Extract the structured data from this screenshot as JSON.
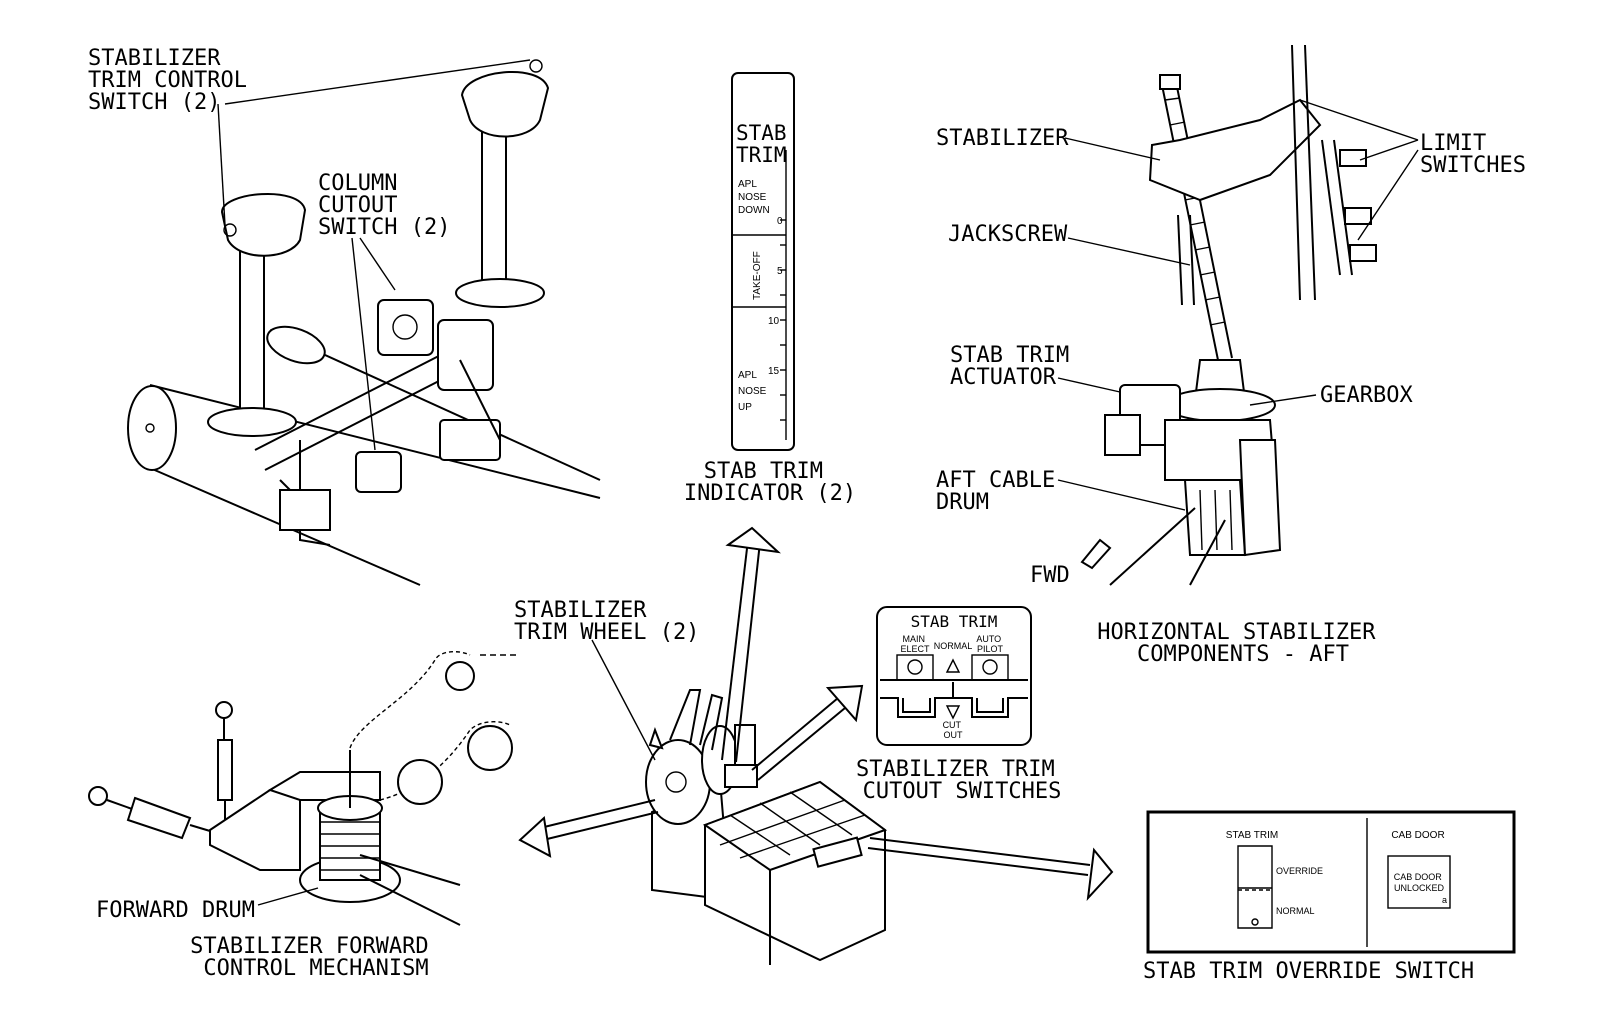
{
  "labels": {
    "stab_trim_control_switch": [
      "STABILIZER",
      "TRIM CONTROL",
      "SWITCH (2)"
    ],
    "column_cutout_switch": [
      "COLUMN",
      "CUTOUT",
      "SWITCH (2)"
    ],
    "stab_trim_indicator_caption": [
      "STAB TRIM",
      "INDICATOR (2)"
    ],
    "stabilizer": "STABILIZER",
    "jackscrew": "JACKSCREW",
    "limit_switches": [
      "LIMIT",
      "SWITCHES"
    ],
    "stab_trim_actuator": [
      "STAB TRIM",
      "ACTUATOR"
    ],
    "gearbox": "GEARBOX",
    "aft_cable_drum": [
      "AFT CABLE",
      "DRUM"
    ],
    "fwd": "FWD",
    "horizontal_stabilizer_components": [
      "HORIZONTAL STABILIZER",
      "COMPONENTS - AFT"
    ],
    "stab_trim_wheel": [
      "STABILIZER",
      "TRIM WHEEL (2)"
    ],
    "forward_drum": "FORWARD DRUM",
    "stab_forward_control_mechanism": [
      "STABILIZER FORWARD",
      "CONTROL MECHANISM"
    ],
    "cutout_switches_caption": [
      "STABILIZER TRIM",
      "CUTOUT SWITCHES"
    ],
    "override_switch_caption": "STAB TRIM OVERRIDE SWITCH"
  },
  "indicator": {
    "title": [
      "STAB",
      "TRIM"
    ],
    "nose_down": [
      "APL",
      "NOSE",
      "DOWN"
    ],
    "takeoff": "TAKE-OFF",
    "nose_up": [
      "APL",
      "NOSE",
      "UP"
    ],
    "scale": [
      "0",
      "5",
      "10",
      "15"
    ]
  },
  "cutout_panel": {
    "title": "STAB TRIM",
    "main_elect": [
      "MAIN",
      "ELECT"
    ],
    "normal": "NORMAL",
    "auto_pilot": [
      "AUTO",
      "PILOT"
    ],
    "cut_out": [
      "CUT",
      "OUT"
    ]
  },
  "override_panel": {
    "stab_trim": "STAB TRIM",
    "override": "OVERRIDE",
    "normal": "NORMAL",
    "cab_door": "CAB DOOR",
    "cab_door_unlocked": [
      "CAB DOOR",
      "UNLOCKED"
    ],
    "mark": "a"
  }
}
